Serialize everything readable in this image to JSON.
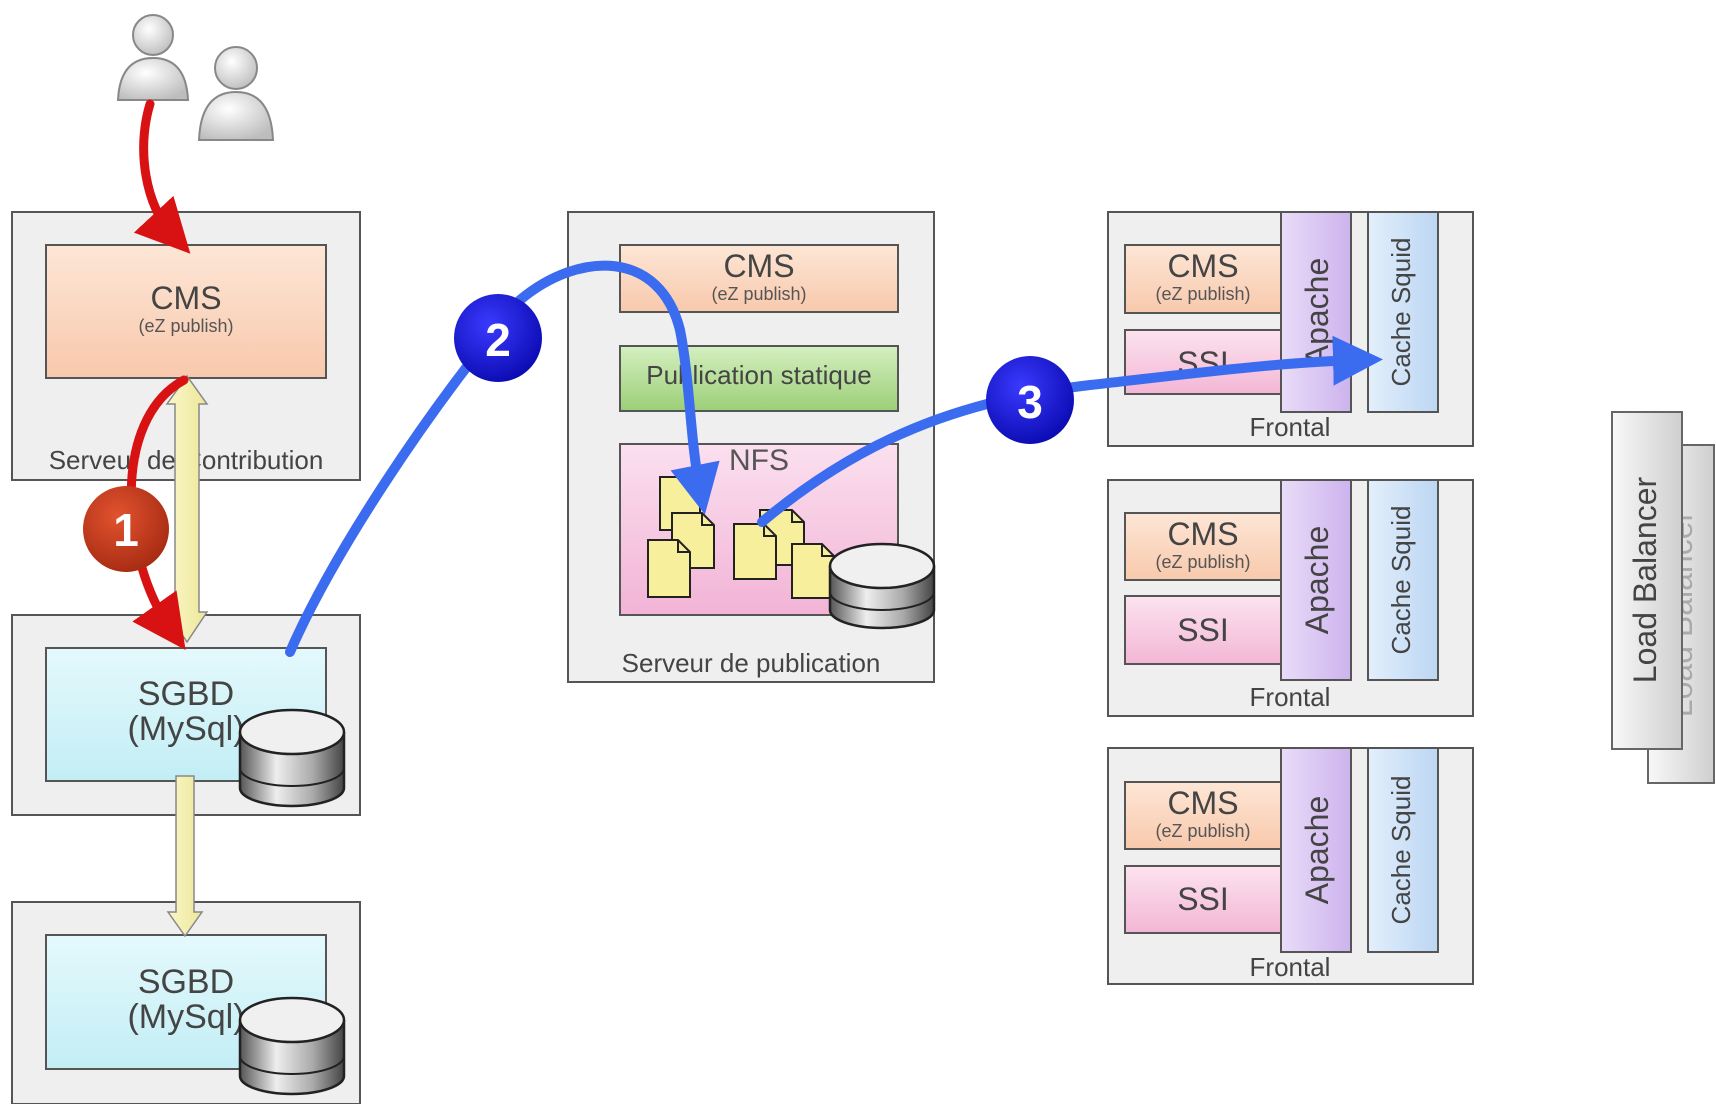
{
  "contribution_server": {
    "label": "Serveur de Contribution",
    "cms": {
      "title": "CMS",
      "subtitle": "(eZ publish)"
    },
    "db_primary": {
      "title": "SGBD",
      "subtitle": "(MySql)"
    },
    "db_replica": {
      "title": "SGBD",
      "subtitle": "(MySql)"
    }
  },
  "publication_server": {
    "label": "Serveur de publication",
    "cms": {
      "title": "CMS",
      "subtitle": "(eZ publish)"
    },
    "static_publication": "Publication statique",
    "nfs": "NFS"
  },
  "frontals": [
    {
      "cms_title": "CMS",
      "cms_subtitle": "(eZ publish)",
      "ssi": "SSI",
      "apache": "Apache",
      "cache": "Cache Squid",
      "label": "Frontal"
    },
    {
      "cms_title": "CMS",
      "cms_subtitle": "(eZ publish)",
      "ssi": "SSI",
      "apache": "Apache",
      "cache": "Cache Squid",
      "label": "Frontal"
    },
    {
      "cms_title": "CMS",
      "cms_subtitle": "(eZ publish)",
      "ssi": "SSI",
      "apache": "Apache",
      "cache": "Cache Squid",
      "label": "Frontal"
    }
  ],
  "load_balancers": [
    "Load Balancer",
    "Load Balancer"
  ],
  "steps": [
    "1",
    "2",
    "3"
  ],
  "colors": {
    "server_bg": "#efefef",
    "cms_fill": "#fbd7c0",
    "db_fill": "#cff3f8",
    "static_fill": "#a9d88a",
    "nfs_fill": "#f5bfdc",
    "ssi_fill": "#f7c9e0",
    "apache_fill": "#dcc8f2",
    "cache_fill": "#cfe3f7",
    "step1": "#c0391f",
    "step2": "#1717d8",
    "step3": "#1717d8",
    "red_arrow": "#d81212",
    "blue_arrow": "#3b6cf0"
  },
  "icons": [
    "users-icon",
    "database-icon",
    "file-icon"
  ]
}
